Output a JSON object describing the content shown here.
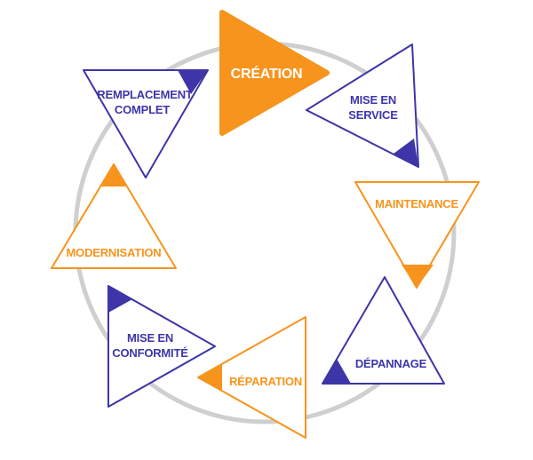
{
  "colors": {
    "orange": "#f7941d",
    "purple": "#3d35a8",
    "ring": "#cfcfcf",
    "white": "#ffffff"
  },
  "steps": [
    {
      "id": "creation",
      "line1": "CRÉATION",
      "line2": ""
    },
    {
      "id": "mise-en-service",
      "line1": "MISE EN",
      "line2": "SERVICE"
    },
    {
      "id": "maintenance",
      "line1": "MAINTENANCE",
      "line2": ""
    },
    {
      "id": "depannage",
      "line1": "DÉPANNAGE",
      "line2": ""
    },
    {
      "id": "reparation",
      "line1": "RÉPARATION",
      "line2": ""
    },
    {
      "id": "mise-en-conformite",
      "line1": "MISE EN",
      "line2": "CONFORMITÉ"
    },
    {
      "id": "modernisation",
      "line1": "MODERNISATION",
      "line2": ""
    },
    {
      "id": "remplacement-complet",
      "line1": "REMPLACEMENT",
      "line2": "COMPLET"
    }
  ]
}
